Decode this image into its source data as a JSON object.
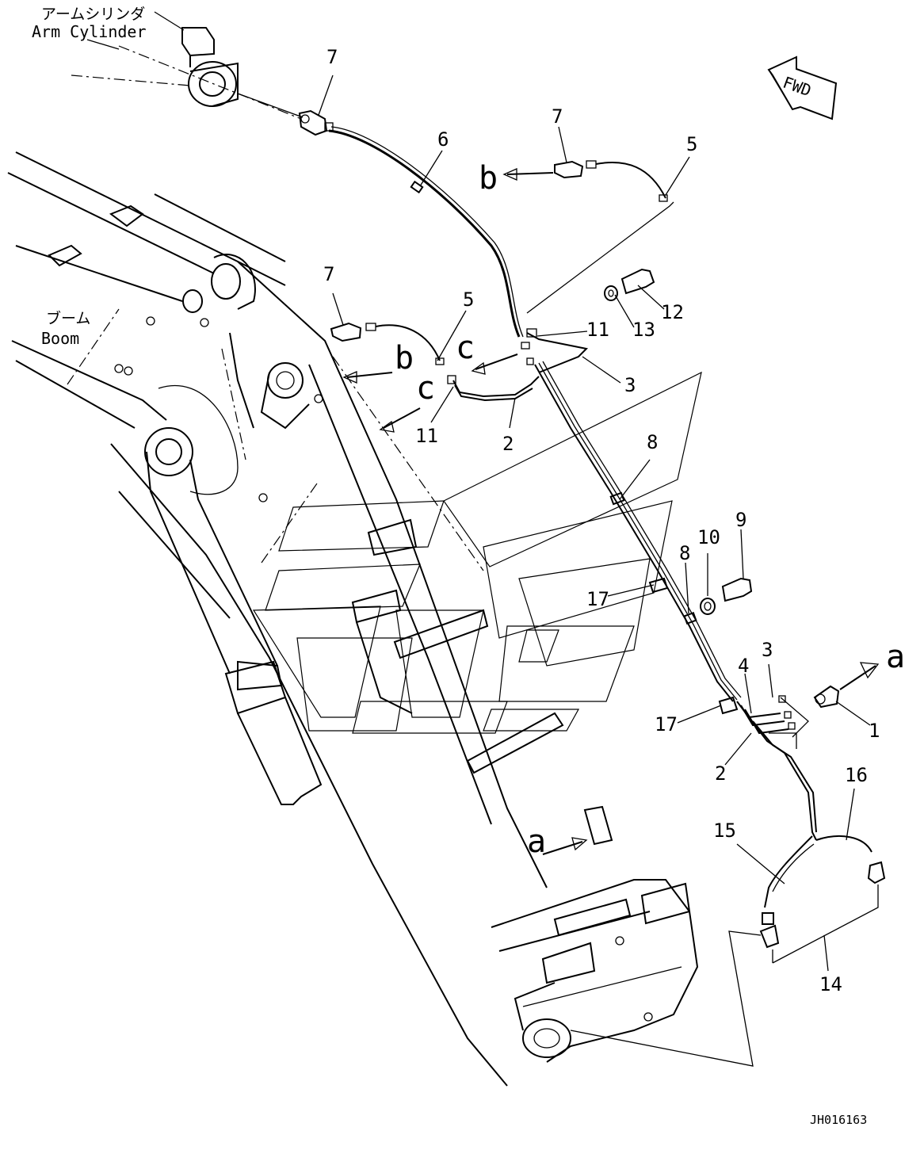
{
  "labels": {
    "arm_cylinder_jp": "アームシリンダ",
    "arm_cylinder_en": "Arm Cylinder",
    "boom_jp": "ブーム",
    "boom_en": "Boom",
    "fwd": "FWD",
    "drawing_ref": "JH016163"
  },
  "view_markers": {
    "a_top_right": "a",
    "a_bottom": "a",
    "b_top": "b",
    "b_mid": "b",
    "c_top": "c",
    "c_mid": "c"
  },
  "callouts": {
    "c7_top": "7",
    "c6": "6",
    "c7_right": "7",
    "c5_right": "5",
    "c7_left": "7",
    "c5_left": "5",
    "c12": "12",
    "c13": "13",
    "c11_right": "11",
    "c3_top": "3",
    "c11_left": "11",
    "c2_top": "2",
    "c8_top": "8",
    "c17_top": "17",
    "c10": "10",
    "c9": "9",
    "c8_bottom": "8",
    "c4": "4",
    "c3_bottom": "3",
    "c17_bottom": "17",
    "c2_bottom": "2",
    "c1": "1",
    "c16": "16",
    "c15": "15",
    "c14": "14"
  }
}
